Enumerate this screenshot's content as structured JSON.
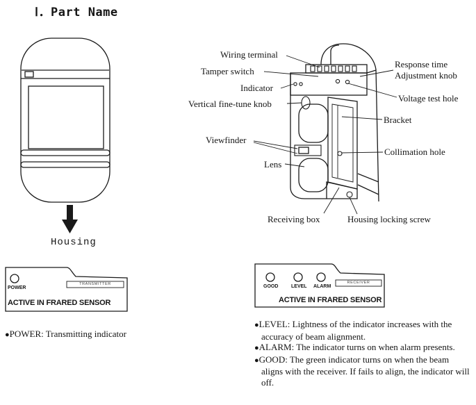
{
  "page": {
    "heading": "Ⅰ．Part Name"
  },
  "housing_figure": {
    "label": "Housing"
  },
  "parts": {
    "wiring_terminal": "Wiring terminal",
    "tamper_switch": "Tamper switch",
    "indicator": "Indicator",
    "vertical_knob": "Vertical fine-tune knob",
    "viewfinder": "Viewfinder",
    "lens": "Lens",
    "receiving_box": "Receiving box",
    "housing_screw": "Housing locking screw",
    "response_time_line1": "Response time",
    "response_time_line2": "Adjustment knob",
    "voltage_test_hole": "Voltage test hole",
    "bracket": "Bracket",
    "collimation_hole": "Collimation hole"
  },
  "transmitter_panel": {
    "indicator": "POWER",
    "badge": "TRANSMITTER",
    "title": "ACTIVE IN FRARED SENSOR"
  },
  "receiver_panel": {
    "indicators": [
      "GOOD",
      "LEVEL",
      "ALARM"
    ],
    "badge": "RECEIVER",
    "title": "ACTIVE IN FRARED SENSOR"
  },
  "notes": {
    "bullet": "●",
    "left": [
      "POWER: Transmitting indicator"
    ],
    "right": [
      "LEVEL: Lightness of the indicator increases with the accuracy of beam alignment.",
      "ALARM: The indicator turns on when alarm presents.",
      "GOOD: The green indicator turns on when the beam aligns with the receiver. If fails to align, the indicator will off."
    ]
  }
}
